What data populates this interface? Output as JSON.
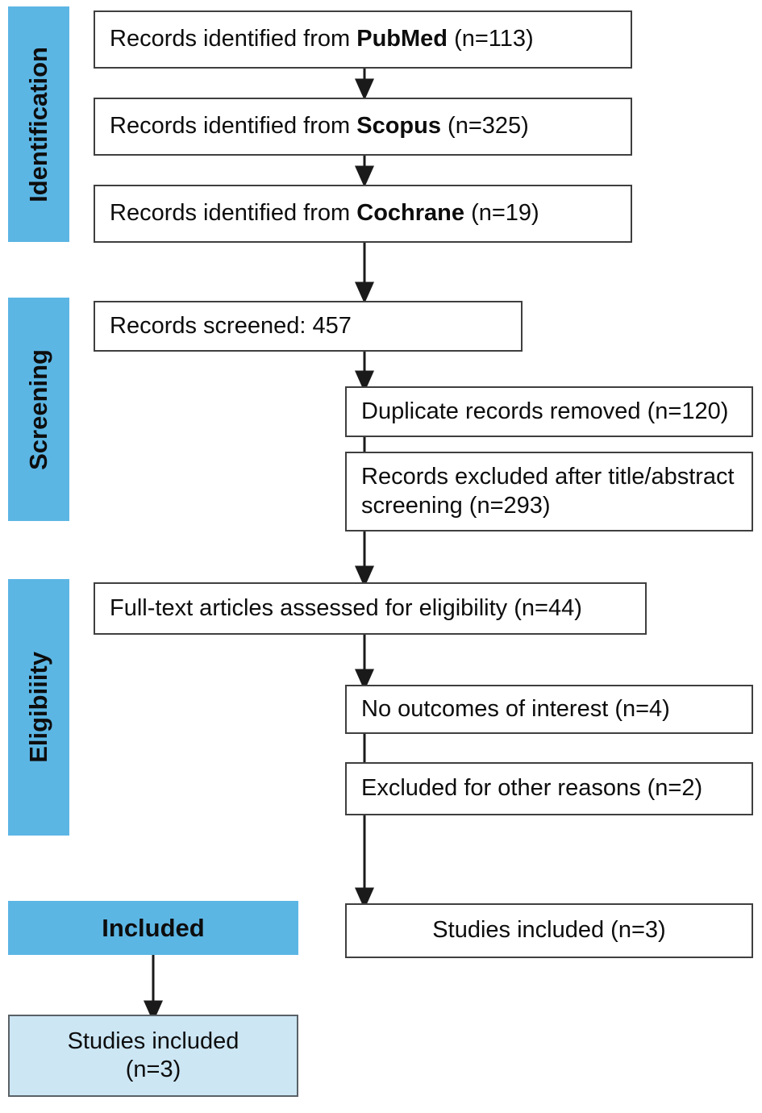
{
  "diagram": {
    "title": "PRISMA flow diagram",
    "accent_color": "#5CB6E4",
    "light_accent_color": "#CCE6F4",
    "box_border_color": "#3f3f3f",
    "text_color": "#0d0d0d"
  },
  "stages": [
    {
      "id": "identification",
      "label": "Identification"
    },
    {
      "id": "screening",
      "label": "Screening"
    },
    {
      "id": "eligibility",
      "label": "Eligibiiity"
    },
    {
      "id": "included",
      "label": "Included"
    }
  ],
  "boxes": {
    "pubmed": {
      "prefix": "Records identified from ",
      "source": "PubMed",
      "suffix": " (n=113)",
      "n": 113
    },
    "scopus": {
      "prefix": "Records identified from ",
      "source": "Scopus",
      "suffix": " (n=325)",
      "n": 325
    },
    "cochrane": {
      "prefix": "Records identified from ",
      "source": "Cochrane",
      "suffix": " (n=19)",
      "n": 19
    },
    "records_screened": {
      "text": "Records screened: 457",
      "n": 457
    },
    "duplicates_removed": {
      "text": "Duplicate records removed (n=120)",
      "n": 120
    },
    "excluded_title_abstract": {
      "text": "Records excluded after title/abstract screening (n=293)",
      "n": 293
    },
    "fulltext_assessed": {
      "text": "Full-text articles assessed for eligibility (n=44)",
      "n": 44
    },
    "no_outcomes": {
      "text": "No outcomes of interest (n=4)",
      "n": 4
    },
    "excluded_other": {
      "text": "Excluded for other reasons (n=2)",
      "n": 2
    },
    "studies_included_right": {
      "text": "Studies included (n=3)",
      "n": 3
    },
    "studies_included_bottom": {
      "line1": "Studies included",
      "line2": "(n=3)",
      "n": 3
    }
  },
  "flow_data": {
    "type": "flowchart",
    "identified_total": 457,
    "sources": [
      {
        "name": "PubMed",
        "count": 113
      },
      {
        "name": "Scopus",
        "count": 325
      },
      {
        "name": "Cochrane",
        "count": 19
      }
    ],
    "screened": 457,
    "duplicates_removed": 120,
    "excluded_title_abstract": 293,
    "fulltext_assessed": 44,
    "excluded_no_outcomes": 4,
    "excluded_other_reasons": 2,
    "included": 3
  }
}
